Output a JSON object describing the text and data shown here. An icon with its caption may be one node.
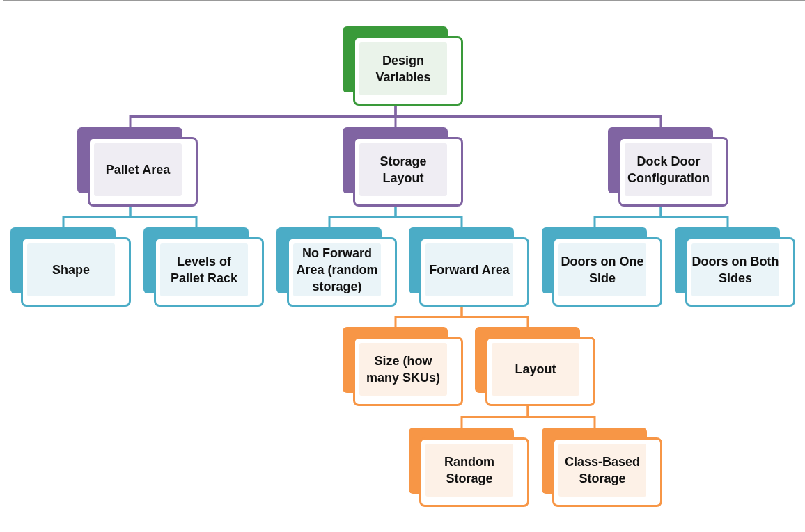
{
  "diagram": {
    "nodes": [
      {
        "text": [
          "Design Variables"
        ]
      },
      {
        "text": [
          "Pallet Area"
        ]
      },
      {
        "text": [
          "Storage Layout"
        ]
      },
      {
        "text": [
          "Dock Door Configuration"
        ]
      },
      {
        "text": [
          "Shape"
        ]
      },
      {
        "text": [
          "Levels of Pallet Rack"
        ]
      },
      {
        "text": [
          "No Forward Area (random storage)"
        ]
      },
      {
        "text": [
          "Forward Area"
        ]
      },
      {
        "text": [
          "Doors on One Side"
        ]
      },
      {
        "text": [
          "Doors on Both Sides"
        ]
      },
      {
        "text": [
          "Size (how many SKUs)"
        ]
      },
      {
        "text": [
          "Layout"
        ]
      },
      {
        "text": [
          "Random Storage"
        ]
      },
      {
        "text": [
          "Class-Based Storage"
        ]
      }
    ],
    "edges": [
      {
        "from": 0,
        "to": 1,
        "arrow": "none",
        "color": "#8064a2"
      },
      {
        "from": 0,
        "to": 2,
        "arrow": "none",
        "color": "#8064a2"
      },
      {
        "from": 0,
        "to": 3,
        "arrow": "none",
        "color": "#8064a2"
      },
      {
        "from": 1,
        "to": 4,
        "arrow": "none"
      },
      {
        "from": 1,
        "to": 5,
        "arrow": "none"
      },
      {
        "from": 2,
        "to": 6,
        "arrow": "none"
      },
      {
        "from": 2,
        "to": 7,
        "arrow": "none"
      },
      {
        "from": 3,
        "to": 8,
        "arrow": "none"
      },
      {
        "from": 3,
        "to": 9,
        "arrow": "none"
      },
      {
        "from": 7,
        "to": 10,
        "arrow": "none",
        "color": "#f79646"
      },
      {
        "from": 7,
        "to": 11,
        "arrow": "none",
        "color": "#f79646"
      },
      {
        "from": 11,
        "to": 12,
        "arrow": "none",
        "color": "#f79646"
      },
      {
        "from": 11,
        "to": 13,
        "arrow": "none",
        "color": "#f79646"
      }
    ]
  }
}
